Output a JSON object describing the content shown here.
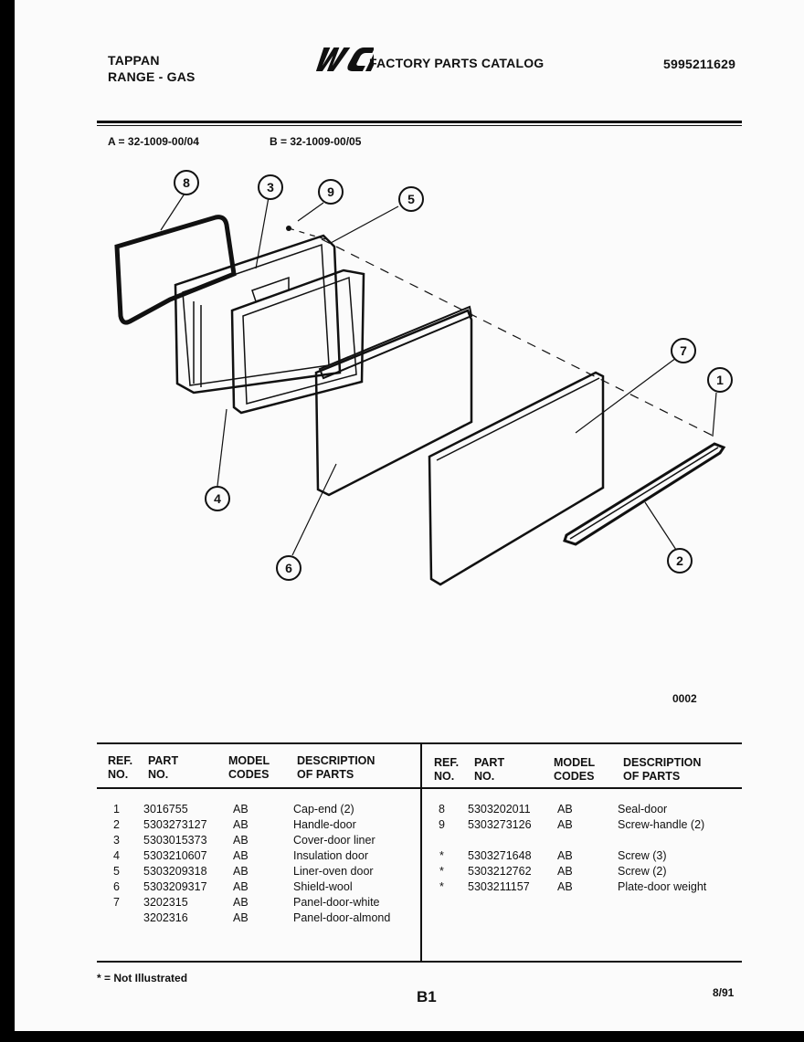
{
  "header": {
    "brand": "TAPPAN",
    "product": "RANGE - GAS",
    "logo_text": "WCI",
    "catalog_title": "FACTORY PARTS CATALOG",
    "catalog_number": "5995211629"
  },
  "models": {
    "a": "A = 32-1009-00/04",
    "b": "B = 32-1009-00/05"
  },
  "diagram": {
    "callouts": [
      "8",
      "3",
      "9",
      "5",
      "7",
      "1",
      "4",
      "2",
      "6"
    ],
    "code": "0002"
  },
  "table": {
    "left_headers": {
      "ref": [
        "REF.",
        "NO."
      ],
      "part": [
        "PART",
        "NO."
      ],
      "model": [
        "MODEL",
        "CODES"
      ],
      "desc": [
        "DESCRIPTION",
        "OF PARTS"
      ]
    },
    "right_headers": {
      "ref": [
        "REF.",
        "NO."
      ],
      "part": [
        "PART",
        "NO."
      ],
      "model": [
        "MODEL",
        "CODES"
      ],
      "desc": [
        "DESCRIPTION",
        "OF PARTS"
      ]
    },
    "left_rows": [
      {
        "ref": "1",
        "part": "3016755",
        "model": "AB",
        "desc": "Cap-end (2)"
      },
      {
        "ref": "2",
        "part": "5303273127",
        "model": "AB",
        "desc": "Handle-door"
      },
      {
        "ref": "3",
        "part": "5303015373",
        "model": "AB",
        "desc": "Cover-door liner"
      },
      {
        "ref": "4",
        "part": "5303210607",
        "model": "AB",
        "desc": "Insulation door"
      },
      {
        "ref": "5",
        "part": "5303209318",
        "model": "AB",
        "desc": "Liner-oven door"
      },
      {
        "ref": "6",
        "part": "5303209317",
        "model": "AB",
        "desc": "Shield-wool"
      },
      {
        "ref": "7",
        "part": "3202315",
        "model": "AB",
        "desc": "Panel-door-white"
      },
      {
        "ref": "",
        "part": "3202316",
        "model": "AB",
        "desc": "Panel-door-almond"
      }
    ],
    "right_rows": [
      {
        "ref": "8",
        "part": "5303202011",
        "model": "AB",
        "desc": "Seal-door"
      },
      {
        "ref": "9",
        "part": "5303273126",
        "model": "AB",
        "desc": "Screw-handle (2)"
      },
      {
        "ref": "*",
        "part": "5303271648",
        "model": "AB",
        "desc": "Screw (3)"
      },
      {
        "ref": "*",
        "part": "5303212762",
        "model": "AB",
        "desc": "Screw (2)"
      },
      {
        "ref": "*",
        "part": "5303211157",
        "model": "AB",
        "desc": "Plate-door weight"
      }
    ]
  },
  "footer": {
    "note": "* = Not Illustrated",
    "page": "B1",
    "date": "8/91"
  }
}
